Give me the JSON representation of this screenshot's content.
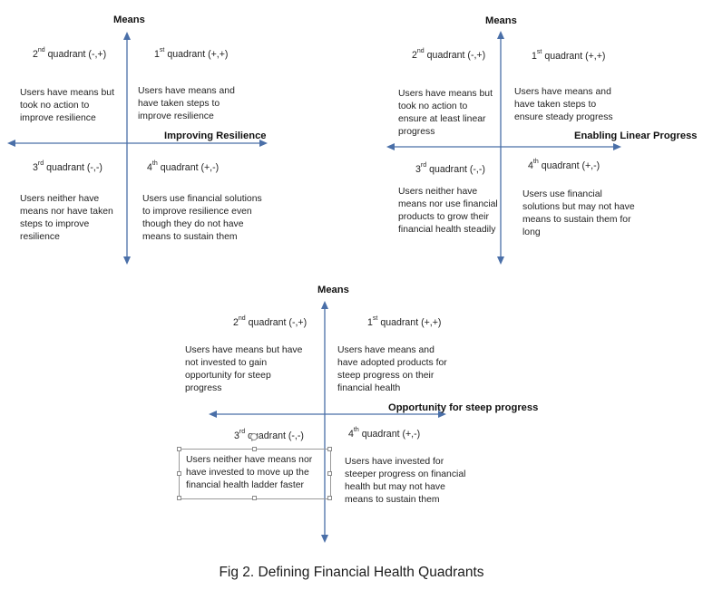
{
  "axis_color": "#4a6fa8",
  "caption": "Fig 2. Defining Financial Health Quadrants",
  "panels": [
    {
      "y_axis_label": "Means",
      "x_axis_label": "Improving Resilience",
      "quadrants": [
        {
          "num": "2",
          "suffix": "nd",
          "label": "quadrant (-,+)",
          "text": "Users have means but took no action to improve resilience"
        },
        {
          "num": "1",
          "suffix": "st",
          "label": "quadrant (+,+)",
          "text": "Users have means and have taken steps to improve resilience"
        },
        {
          "num": "3",
          "suffix": "rd",
          "label": "quadrant (-,-)",
          "text": "Users neither have means nor have taken steps to improve resilience"
        },
        {
          "num": "4",
          "suffix": "th",
          "label": "quadrant (+,-)",
          "text": "Users use financial solutions to improve resilience even though they do not have means to sustain them"
        }
      ]
    },
    {
      "y_axis_label": "Means",
      "x_axis_label": "Enabling Linear Progress",
      "quadrants": [
        {
          "num": "2",
          "suffix": "nd",
          "label": "quadrant (-,+)",
          "text": "Users have means but took no action to ensure at least linear progress"
        },
        {
          "num": "1",
          "suffix": "st",
          "label": "quadrant (+,+)",
          "text": "Users have means and have taken steps to ensure steady progress"
        },
        {
          "num": "3",
          "suffix": "rd",
          "label": "quadrant (-,-)",
          "text": "Users neither have means nor use financial products to grow their financial health steadily"
        },
        {
          "num": "4",
          "suffix": "th",
          "label": "quadrant (+,-)",
          "text": "Users use financial solutions but may not have means to sustain them for long"
        }
      ]
    },
    {
      "y_axis_label": "Means",
      "x_axis_label": "Opportunity for steep progress",
      "quadrants": [
        {
          "num": "2",
          "suffix": "nd",
          "label": "quadrant (-,+)",
          "text": "Users have means but have not invested to gain opportunity for steep progress"
        },
        {
          "num": "1",
          "suffix": "st",
          "label": "quadrant (+,+)",
          "text": "Users have means and have adopted products for steep progress on their financial health"
        },
        {
          "num": "3",
          "suffix": "rd",
          "label": "quadrant (-,-)",
          "text": "Users neither have means nor have invested to move up the financial health ladder faster"
        },
        {
          "num": "4",
          "suffix": "th",
          "label": "quadrant (+,-)",
          "text": "Users have invested for steeper progress on financial health but may not have means to sustain them"
        }
      ]
    }
  ]
}
